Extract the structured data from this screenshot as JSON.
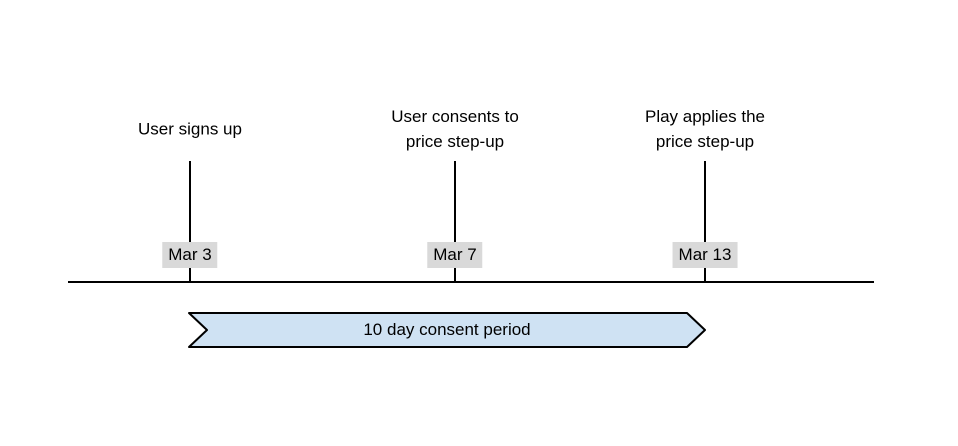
{
  "colors": {
    "background": "#ffffff",
    "text": "#000000",
    "line": "#000000",
    "banner_fill": "#cfe2f3",
    "label_bg": "#d9d9d9"
  },
  "events": [
    {
      "title": "User signs up",
      "date": "Mar 3"
    },
    {
      "title": "User consents to\nprice step-up",
      "date": "Mar 7"
    },
    {
      "title": "Play applies the\nprice step-up",
      "date": "Mar 13"
    }
  ],
  "banner": {
    "label": "10 day consent period"
  }
}
